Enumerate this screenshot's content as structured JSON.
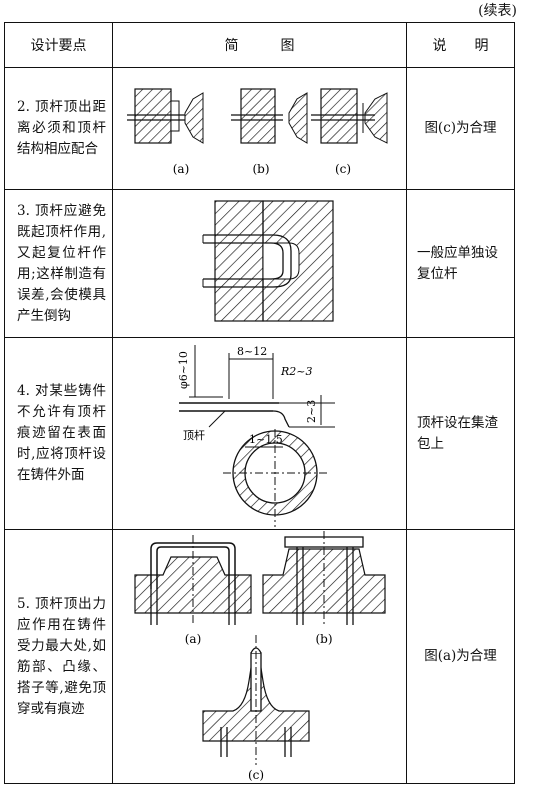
{
  "continued": "(续表)",
  "headers": {
    "point": "设计要点",
    "figure": "简　　　图",
    "note": "说　　明"
  },
  "rows": [
    {
      "point": "2. 顶杆顶出距离必须和顶杆结构相应配合",
      "note": "图(c)为合理",
      "labels": [
        "(a)",
        "(b)",
        "(c)"
      ]
    },
    {
      "point": "3. 顶杆应避免既起顶杆作用,又起复位杆作用;这样制造有误差,会使模具产生倒钩",
      "note": "一般应单独设复位杆"
    },
    {
      "point": "4. 对某些铸件不允许有顶杆痕迹留在表面时,应将顶杆设在铸件外面",
      "note": "顶杆设在集渣包上",
      "dims": {
        "dia": "φ6~10",
        "len": "8~12",
        "rad": "R2~3",
        "h": "2~3",
        "gap": "1~1.5",
        "rod": "顶杆"
      }
    },
    {
      "point": "5. 顶杆顶出力应作用在铸件受力最大处,如筋部、凸缘、搭子等,避免顶穿或有痕迹",
      "note": "图(a)为合理",
      "labels": [
        "(a)",
        "(b)",
        "(c)"
      ]
    }
  ]
}
